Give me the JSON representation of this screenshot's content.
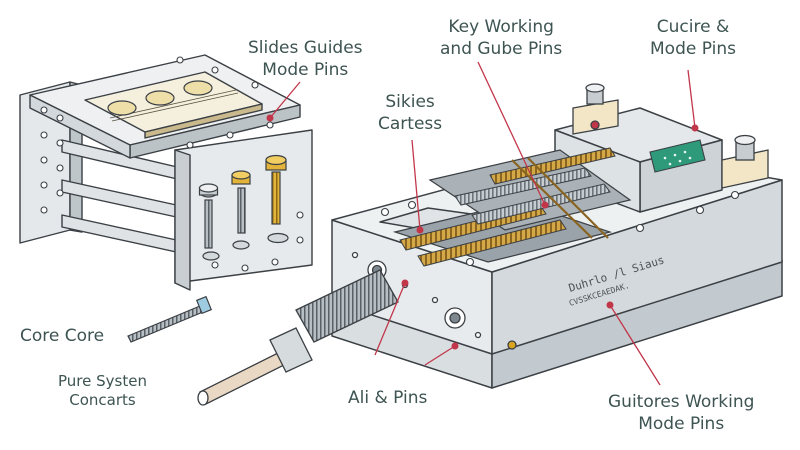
{
  "colors": {
    "label_text": "#3d5452",
    "leader_line": "#c2364a",
    "steel_light": "#e9ecee",
    "steel_mid": "#c9cfd3",
    "steel_dark": "#9aa3a9",
    "brass": "#d9a521",
    "spring": "#c89a3c",
    "outline": "#3b4045",
    "pcb_green": "#2e9a7a"
  },
  "icons": [
    "cap-screw-icon",
    "brass-screw-icon",
    "compression-spring-icon",
    "ejector-pin-icon"
  ],
  "labels": {
    "slides_guides": [
      "Slides Guides",
      "Mode Pins"
    ],
    "key_working": [
      "Key Working",
      "and Gube Pins"
    ],
    "cucire": [
      "Cucire &",
      "Mode Pins"
    ],
    "sikies": [
      "Sikies",
      "Cartess"
    ],
    "core_core": [
      "Core Core"
    ],
    "pure_systen": [
      "Pure Systen",
      "Concarts"
    ],
    "ali_pins": [
      "Ali & Pins"
    ],
    "guitores": [
      "Guitores Working",
      "Mode Pins"
    ]
  },
  "engraving": {
    "line1": "Duhrlo /l Siaus",
    "line2": "CVSSKCEAEDAK."
  }
}
